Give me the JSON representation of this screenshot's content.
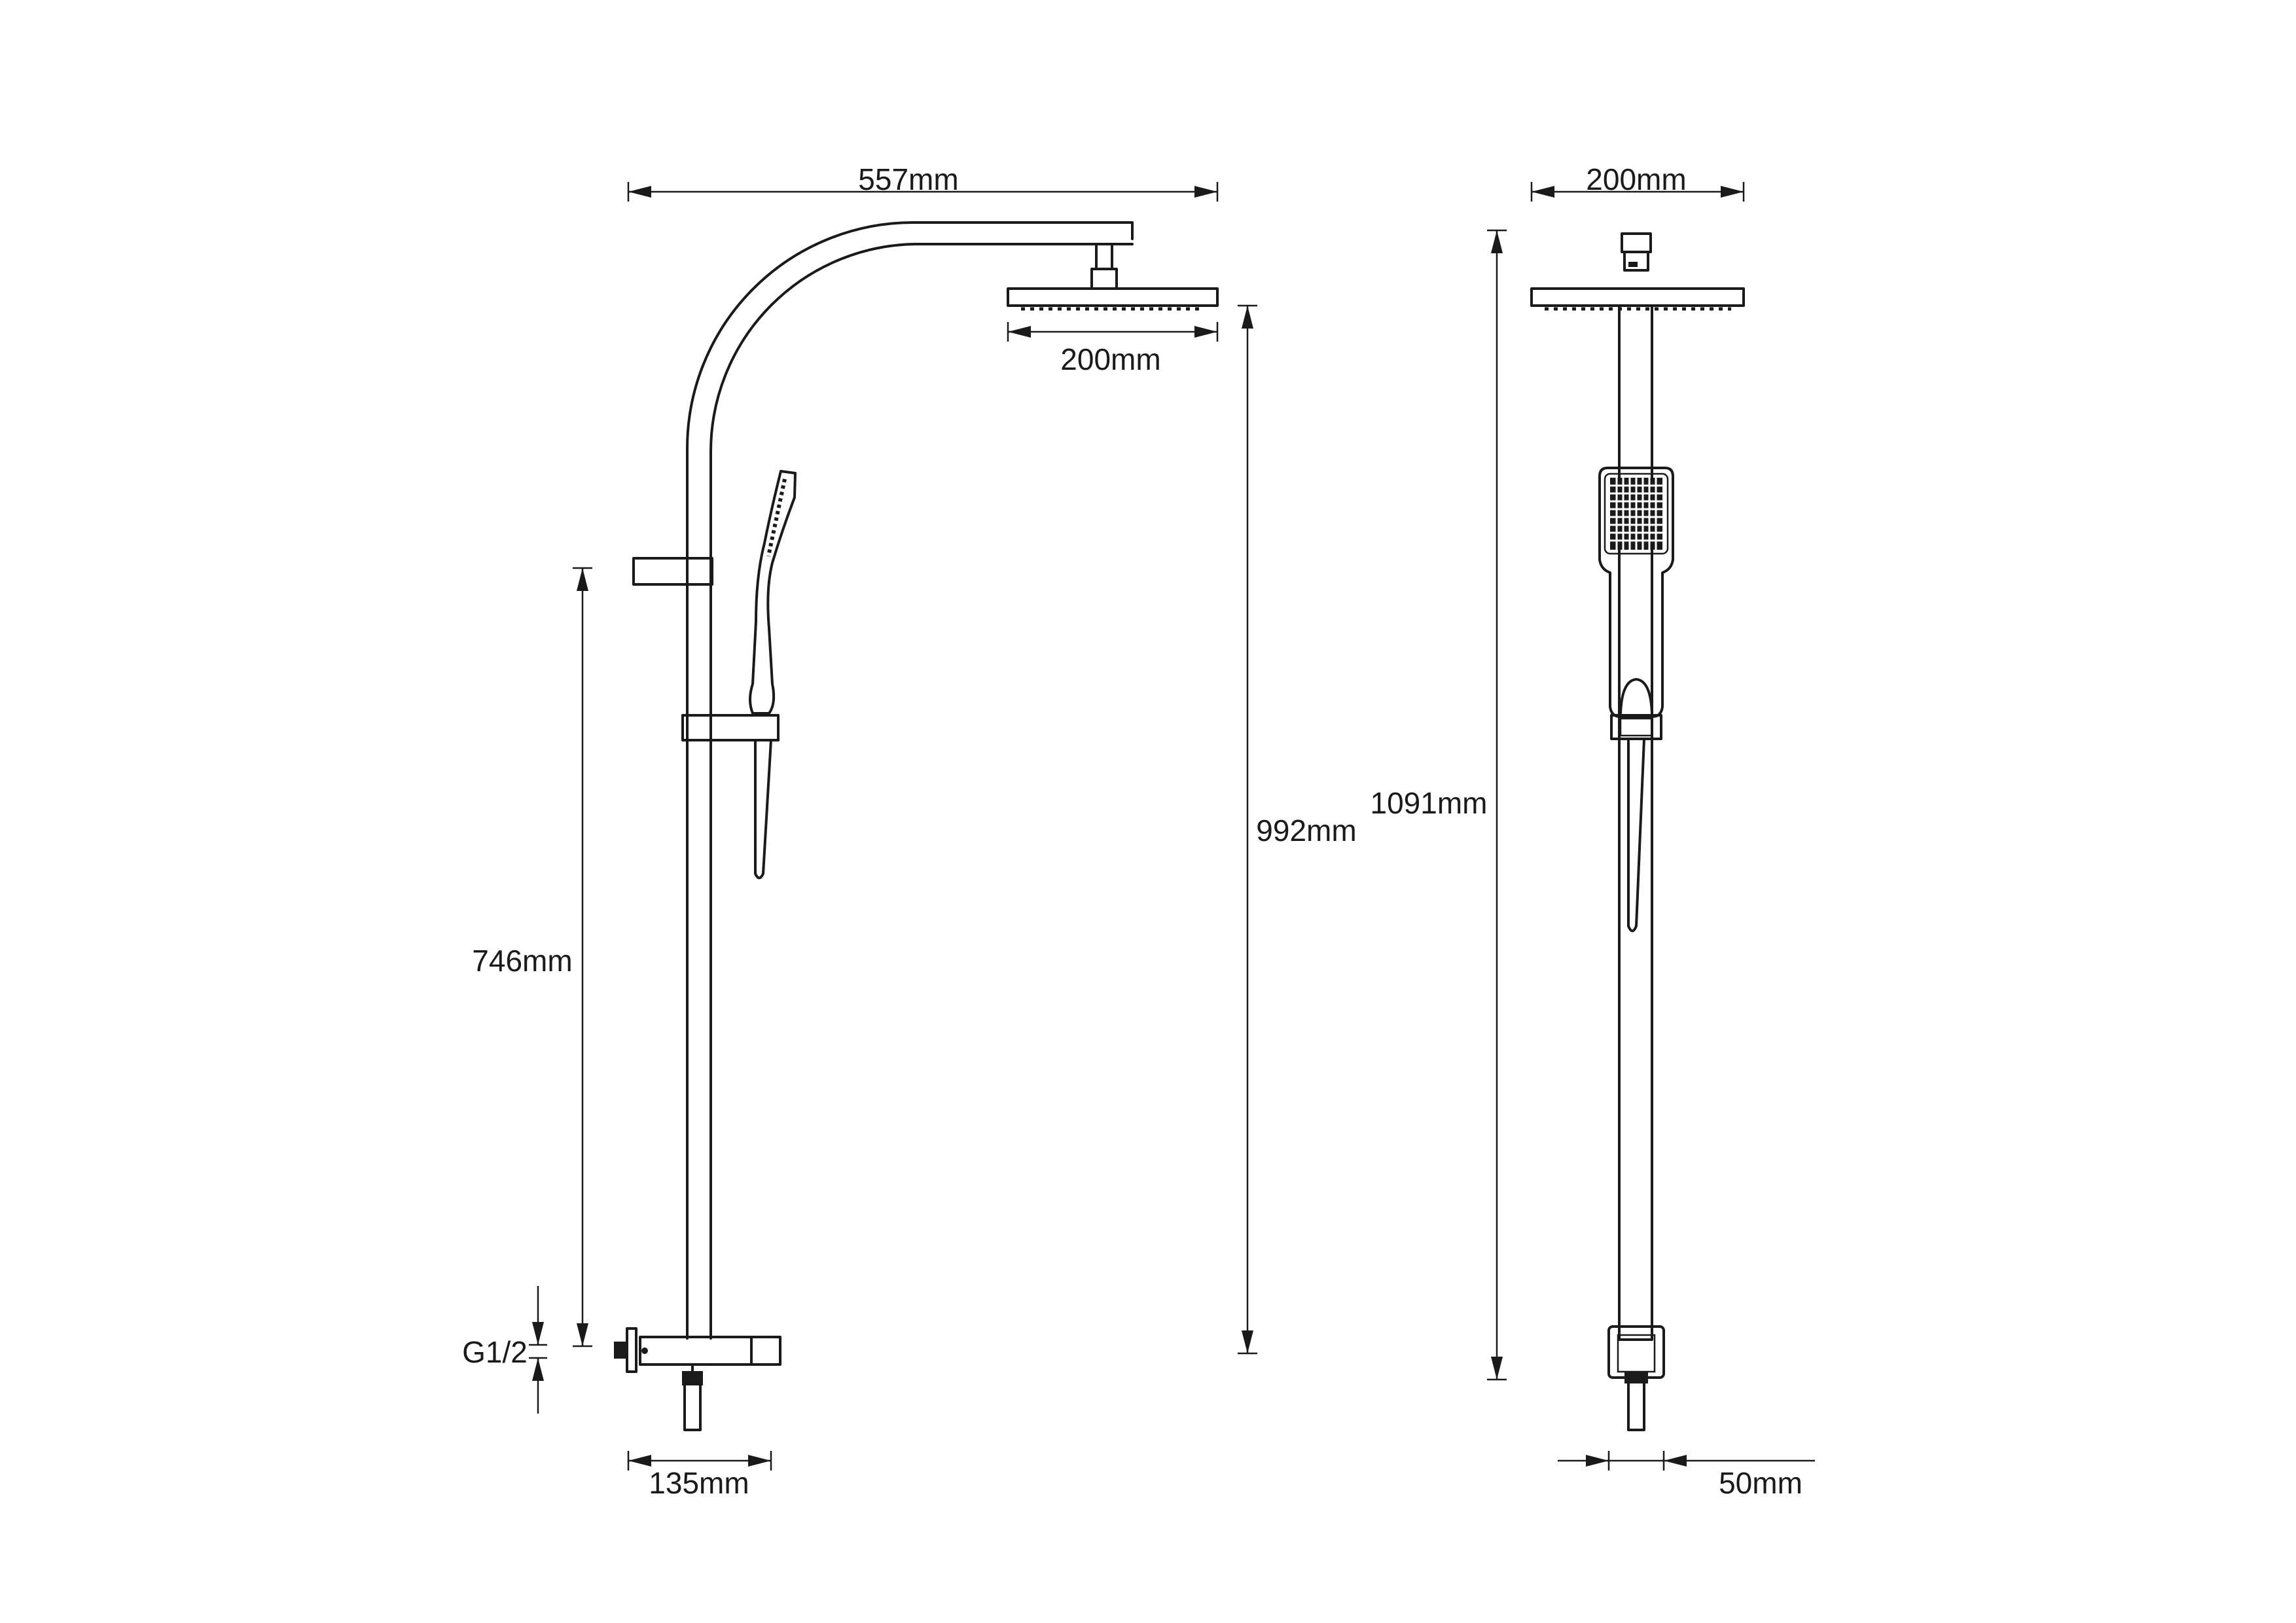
{
  "dimensions": {
    "overall_width": "557mm",
    "rain_head_width_front": "200mm",
    "rain_head_width_side": "200mm",
    "height_to_rain_head": "992mm",
    "overall_height": "1091mm",
    "slide_rail_height": "746mm",
    "inlet_thread": "G1/2",
    "valve_width": "135mm",
    "inlet_spacing": "50mm"
  }
}
